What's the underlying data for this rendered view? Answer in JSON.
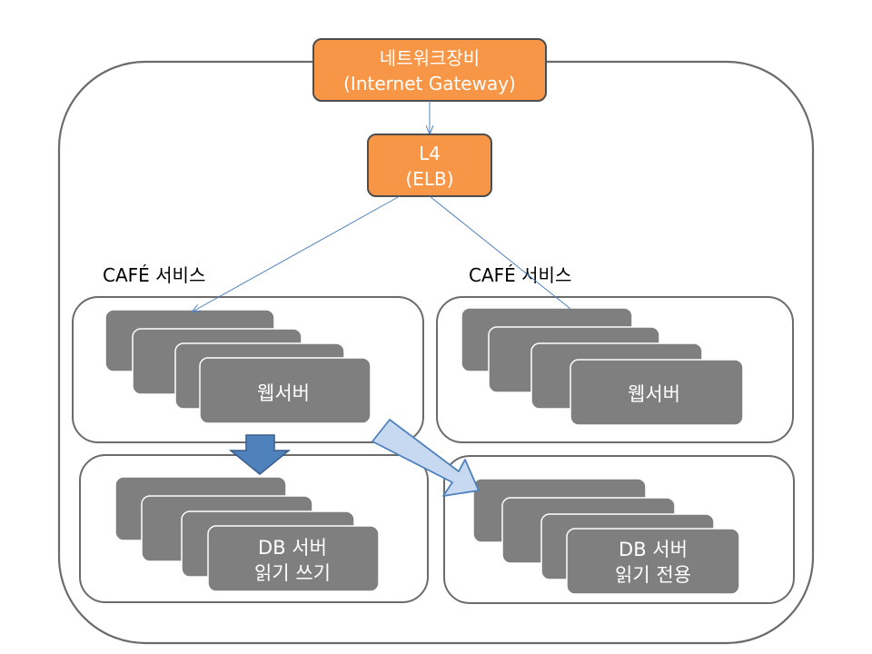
{
  "nodes": {
    "gateway": {
      "line1": "네트워크장비",
      "line2": "(Internet Gateway)",
      "color": "#f79646"
    },
    "l4": {
      "line1": "L4",
      "line2": "(ELB)",
      "color": "#f79646"
    }
  },
  "services": [
    {
      "title": "CAFÉ 서비스",
      "web_label": "웹서버",
      "db_line1": "DB 서버",
      "db_line2": "읽기 쓰기"
    },
    {
      "title": "CAFÉ 서비스",
      "web_label": "웹서버",
      "db_line1": "DB 서버",
      "db_line2": "읽기 전용"
    }
  ],
  "colors": {
    "server": "#7f7f7f",
    "arrow_dark": "#4f81bd",
    "arrow_light": "#c6d9f1",
    "connector": "#4f81bd"
  }
}
